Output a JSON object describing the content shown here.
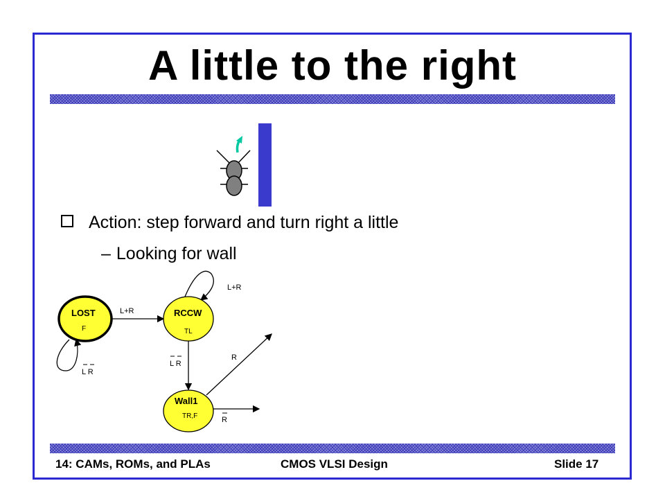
{
  "slide": {
    "title": "A little to the right",
    "bullet": "Action: step forward and turn right a little",
    "subbullet_dash": "–",
    "subbullet": "Looking for wall"
  },
  "footer": {
    "left": "14: CAMs, ROMs, and PLAs",
    "center": "CMOS VLSI Design",
    "right": "Slide 17"
  },
  "colors": {
    "frame": "#2a2ad0",
    "state_fill": "#ffff33",
    "wall": "#3a3acc",
    "arrow": "#00c8a0"
  },
  "diagram": {
    "states": [
      {
        "name": "LOST",
        "output": "F"
      },
      {
        "name": "RCCW",
        "output": "TL"
      },
      {
        "name": "Wall1",
        "output": "TR,F"
      }
    ],
    "edges": {
      "lost_to_rccw": "L+R",
      "rccw_self": "L+R",
      "lost_self": "L R",
      "rccw_to_wall1": "L R",
      "wall1_up": "R",
      "wall1_right": "R"
    }
  }
}
